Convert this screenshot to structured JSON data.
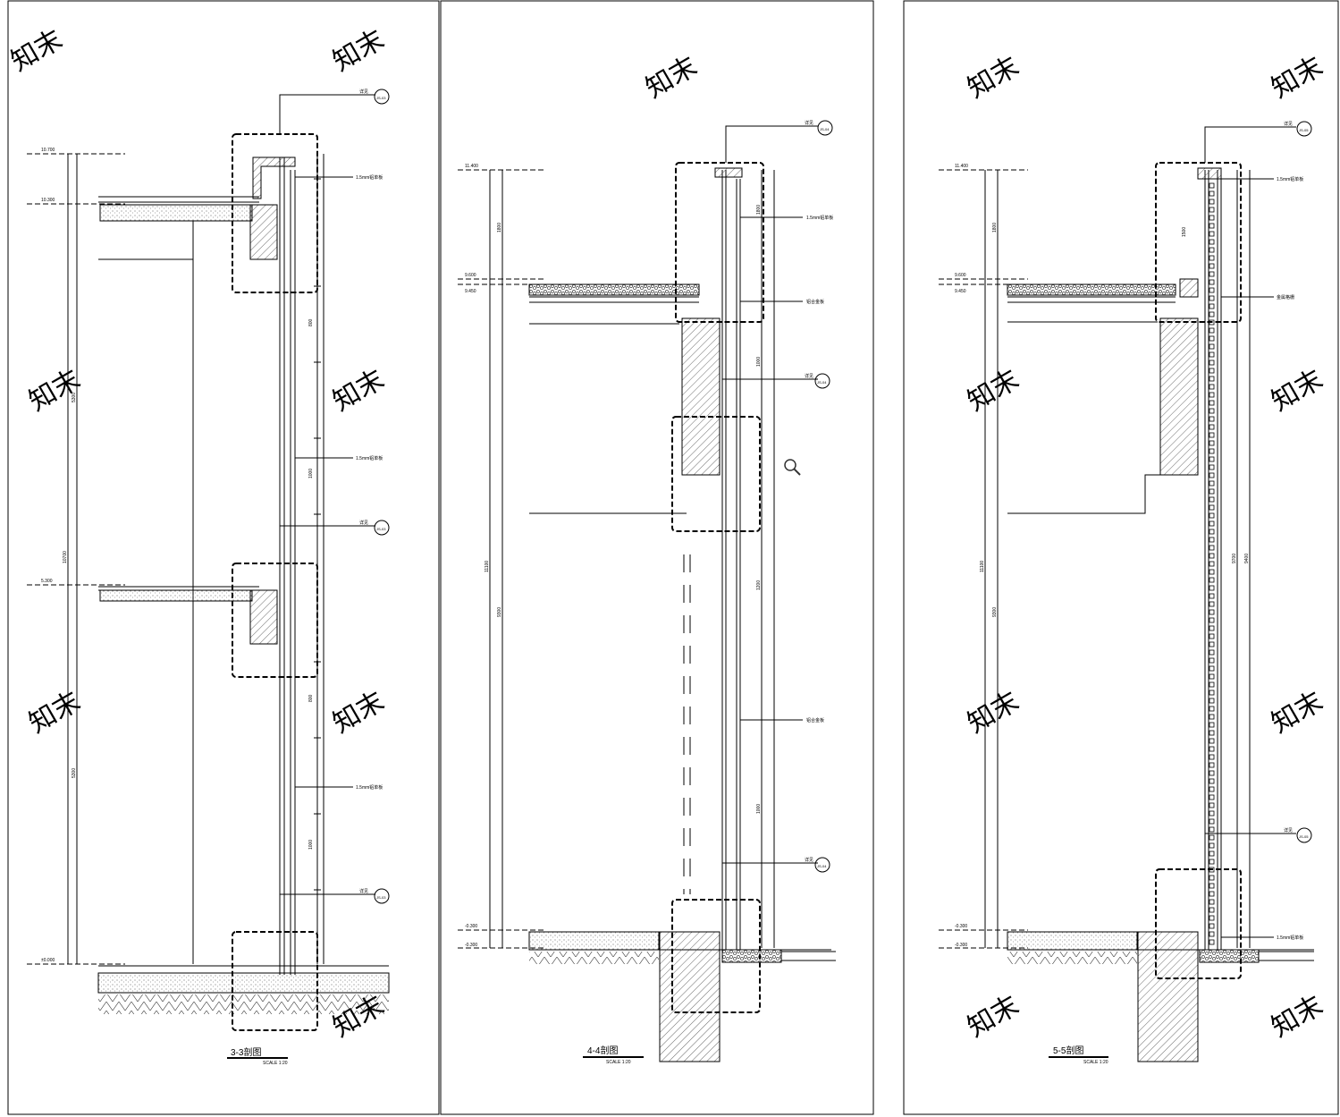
{
  "sections": [
    {
      "title": "3-3剖图",
      "scale": "SCALE 1:20",
      "levels": [
        "10.700",
        "10.300",
        "5.300",
        "±0.000"
      ],
      "dims": [
        "5300",
        "10700",
        "5300",
        "800",
        "1000",
        "800",
        "1000"
      ],
      "notes": [
        "1.5mm铝单板",
        "1.5mm铝单板",
        "1.5mm铝单板"
      ],
      "callouts": [
        "详见",
        "详见",
        "详见"
      ],
      "callout_ref": "JS-03"
    },
    {
      "title": "4-4剖图",
      "scale": "SCALE 1:20",
      "levels": [
        "11.400",
        "9.600",
        "9.450",
        "-0.300",
        "-0.300"
      ],
      "dims": [
        "1800",
        "11100",
        "9300",
        "1800",
        "1000",
        "1200",
        "1000"
      ],
      "notes": [
        "1.5mm铝单板",
        "铝合金板",
        "铝合金板"
      ],
      "callouts": [
        "详见",
        "详见",
        "详见"
      ],
      "callout_ref": "JS-04"
    },
    {
      "title": "5-5剖图",
      "scale": "SCALE 1:20",
      "levels": [
        "11.400",
        "9.600",
        "9.450",
        "-0.300",
        "-0.300"
      ],
      "dims": [
        "1800",
        "11100",
        "9300",
        "9700",
        "9400",
        "1500"
      ],
      "notes": [
        "1.5mm铝单板",
        "金属格栅",
        "1.5mm铝单板"
      ],
      "callouts": [
        "详见",
        "详见"
      ],
      "callout_ref": "JS-05"
    }
  ],
  "watermark": "知末",
  "colors": {
    "line": "#000000",
    "hatch": "#444444",
    "watermark": "#d9d9d9"
  },
  "icons": {
    "zoom": "magnifier-icon"
  }
}
